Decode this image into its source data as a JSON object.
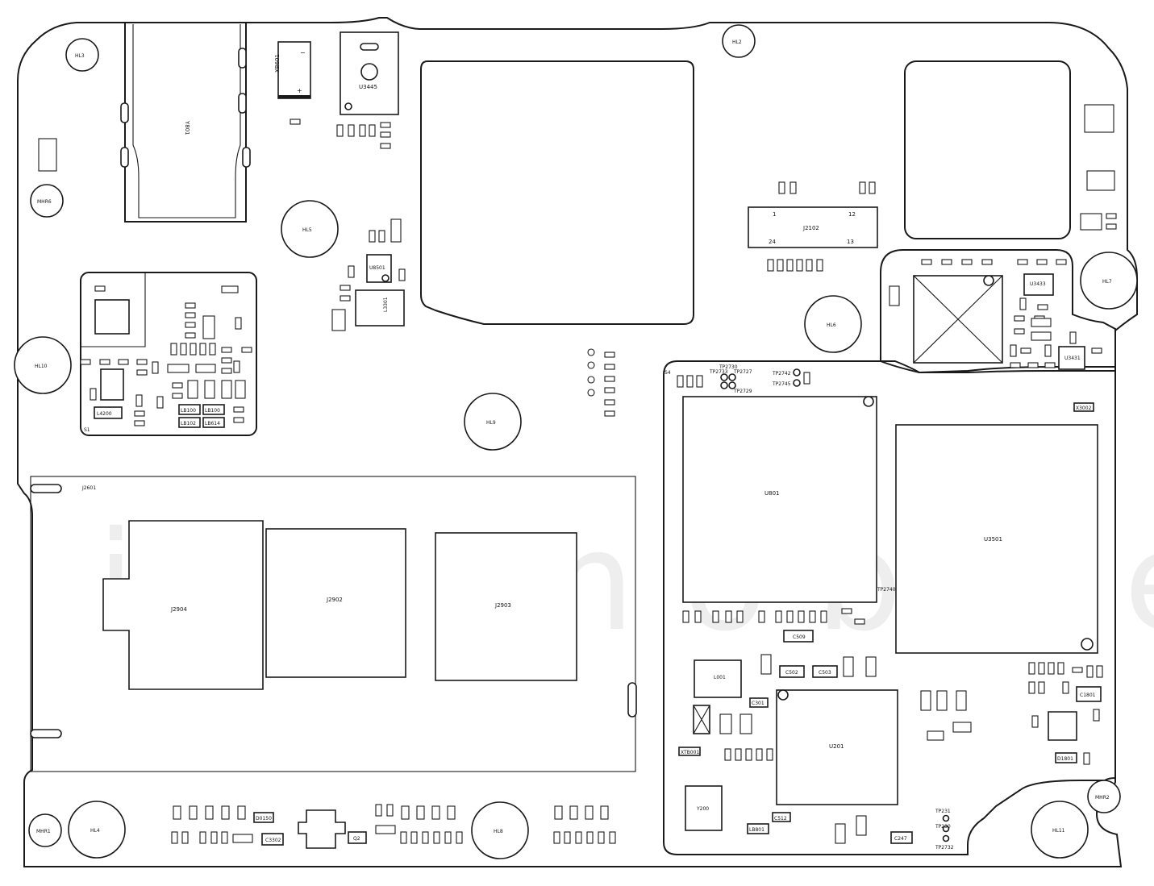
{
  "watermark": "ict  mobile",
  "holes": [
    {
      "id": "hl3",
      "label": "HL3"
    },
    {
      "id": "hl2",
      "label": "HL2"
    },
    {
      "id": "mhr6",
      "label": "MHR6"
    },
    {
      "id": "hl5",
      "label": "HL5"
    },
    {
      "id": "hl10",
      "label": "HL10"
    },
    {
      "id": "hl6",
      "label": "HL6"
    },
    {
      "id": "hl7",
      "label": "HL7"
    },
    {
      "id": "hl9",
      "label": "HL9"
    },
    {
      "id": "mhr1",
      "label": "MHR1"
    },
    {
      "id": "hl4",
      "label": "HL4"
    },
    {
      "id": "hl8",
      "label": "HL8"
    },
    {
      "id": "hl11",
      "label": "HL11"
    },
    {
      "id": "mhr2",
      "label": "MHR2"
    }
  ],
  "components": {
    "y801": "Y801",
    "xb601": "XB601",
    "u3445": "U3445",
    "j2102": "J2102",
    "j2102_pin1": "1",
    "j2102_pin12": "12",
    "j2102_pin24": "24",
    "j2102_pin13": "13",
    "u8501": "U8501",
    "l3301": "L3301",
    "l4200": "L4200",
    "lb100": "LB100",
    "lb101": "LB100",
    "lb102": "LB102",
    "lb614": "LB614",
    "s1": "S1",
    "s4": "S4",
    "j2601": "J2601",
    "j2904": "J2904",
    "j2902": "J2902",
    "j2903": "J2903",
    "u801": "U801",
    "u3501": "U3501",
    "u201": "U201",
    "u3433": "U3433",
    "u3431": "U3431",
    "y200": "Y200",
    "l001": "L001",
    "c509": "C509",
    "c502": "C502",
    "c503": "C503",
    "c301": "C301",
    "c512": "C512",
    "c247": "C247",
    "c1801": "C1801",
    "d1801": "D1801",
    "c3302": "C3302",
    "d0150": "D0150",
    "q2": "Q2",
    "lb801": "LB801",
    "xtb001": "XTB001",
    "x3002": "X3002",
    "tp2742": "TP2742",
    "tp2745": "TP2745",
    "tp2730": "TP2730",
    "tp2727": "TP2727",
    "tp2733": "TP2733",
    "tp2729": "TP2729",
    "tp2740": "TP2740",
    "tp231": "TP231",
    "tp2732": "TP2732",
    "tp_misc": "TP230"
  }
}
